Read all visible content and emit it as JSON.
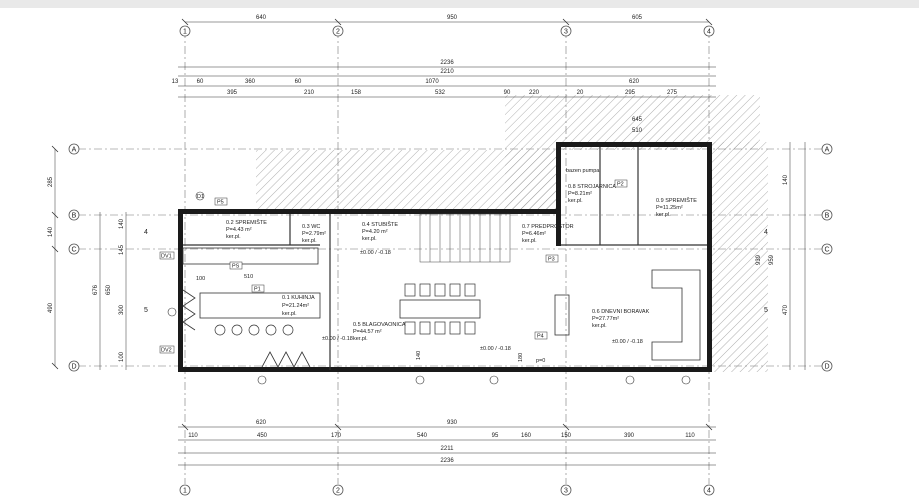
{
  "colors": {
    "wall": "#1a1a1a",
    "line": "#333333",
    "hatch": "#9a9a9a",
    "axis": "#555555"
  },
  "axes": {
    "top_numbers": [
      "1",
      "2",
      "3",
      "4"
    ],
    "bottom_numbers": [
      "1",
      "2",
      "3",
      "4"
    ],
    "left_letters": [
      "A",
      "B",
      "C",
      "D"
    ],
    "right_letters": [
      "A",
      "B",
      "C",
      "D"
    ]
  },
  "dimensions": {
    "top_axis": [
      "640",
      "950",
      "605"
    ],
    "top_total_outer": "2236",
    "top_total_inner": "2210",
    "top_row3": [
      "13",
      "60",
      "360",
      "60",
      "1070",
      "620"
    ],
    "top_row4": [
      "395",
      "210",
      "158",
      "532",
      "90",
      "220",
      "20",
      "295",
      "275"
    ],
    "right_upper": [
      "645",
      "510"
    ],
    "bottom_row1": [
      "620",
      "930"
    ],
    "bottom_row2": [
      "110",
      "450",
      "170",
      "540",
      "95",
      "160",
      "150",
      "390",
      "110"
    ],
    "bottom_total_inner": "2211",
    "bottom_total_outer": "2236",
    "left_outer": [
      "285",
      "140",
      "490"
    ],
    "left_mid": [
      "676",
      "650"
    ],
    "left_inner": [
      "140",
      "145",
      "300",
      "100"
    ],
    "left_small": [
      "4",
      "5"
    ],
    "right_outer": [
      "140",
      "470"
    ],
    "right_mid": [
      "939",
      "959"
    ],
    "right_small": [
      "4",
      "5"
    ]
  },
  "rooms": [
    {
      "code": "0.1",
      "name": "KUHINJA",
      "area": "P=21.24m²",
      "floor": "ker.pl."
    },
    {
      "code": "0.2",
      "name": "SPREMIŠTE",
      "area": "P=4.43 m²",
      "floor": "ker.pl."
    },
    {
      "code": "0.3",
      "name": "WC",
      "area": "P=2.79m²",
      "floor": "ker.pl."
    },
    {
      "code": "0.4",
      "name": "STUBIŠTE",
      "area": "P=4.20 m²",
      "floor": "ker.pl."
    },
    {
      "code": "0.5",
      "name": "BLAGOVAONICA",
      "area": "P=44.57 m²",
      "floor": "ker.pl."
    },
    {
      "code": "0.6",
      "name": "DNEVNI BORAVAK",
      "area": "P=27.77m²",
      "floor": "ker.pl."
    },
    {
      "code": "0.7",
      "name": "PREDPROSTOR",
      "area": "P=6.46m²",
      "floor": "ker.pl."
    },
    {
      "code": "0.8",
      "name": "STROJARNICA",
      "area": "P=8.21m²",
      "floor": "ker.pl."
    },
    {
      "code": "0.9",
      "name": "SPREMIŠTE",
      "area": "P=11.25m²",
      "floor": "ker.pl."
    }
  ],
  "room_note": "bazen pumpa",
  "levels": [
    "±0.00 / -0.18",
    "±0.00 / -0.18",
    "±0.00 / -0.18",
    "±0.00 / -0.18"
  ],
  "tags": [
    "P1",
    "P2",
    "P3",
    "P4",
    "P5",
    "DV1",
    "DV2",
    "PS",
    "D1"
  ],
  "small_text": [
    "510",
    "100",
    "140",
    "180",
    "p=0"
  ]
}
